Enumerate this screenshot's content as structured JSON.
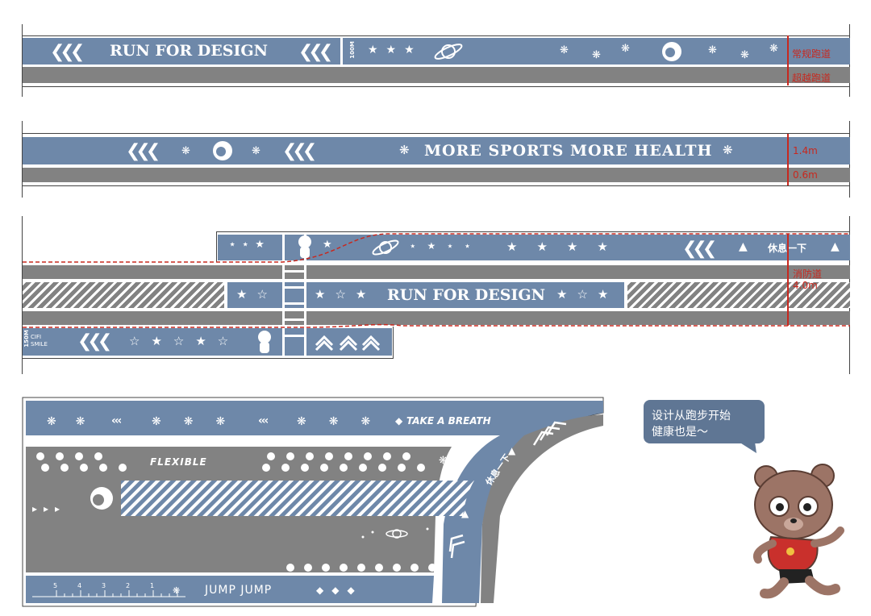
{
  "section1": {
    "slogan": "RUN FOR DESIGN",
    "distance_mark": "100M",
    "lane_regular": "常规跑道",
    "lane_overtake": "超越跑道"
  },
  "section2": {
    "slogan": "MORE SPORTS MORE HEALTH",
    "width_top": "1.4m",
    "width_bottom": "0.6m"
  },
  "section3": {
    "rest_label": "休息一下",
    "slogan": "RUN FOR DESIGN",
    "fire_lane": "消防道",
    "fire_lane_width": "4.0m",
    "distance_mark": "150M",
    "brand": "CIFI SMILE"
  },
  "section4": {
    "take_breath": "TAKE A BREATH",
    "flexible": "FLEXIBLE",
    "jump": "JUMP JUMP",
    "rest_label": "休息一下",
    "ruler_numbers": [
      "5",
      "4",
      "3",
      "2",
      "1"
    ]
  },
  "mascot": {
    "speech_line1": "设计从跑步开始",
    "speech_line2": "健康也是～"
  },
  "colors": {
    "lane_blue": "#6e88a9",
    "lane_grey": "#828282",
    "dimension_red": "#c8281e",
    "bear_brown": "#9c7466",
    "bear_shirt": "#c9302c"
  },
  "icons": [
    "chevron-left-icon",
    "star-icon",
    "planet-icon",
    "paw-icon",
    "bear-head-icon",
    "arrow-up-icon",
    "arrow-left-icon",
    "ladder-icon"
  ]
}
